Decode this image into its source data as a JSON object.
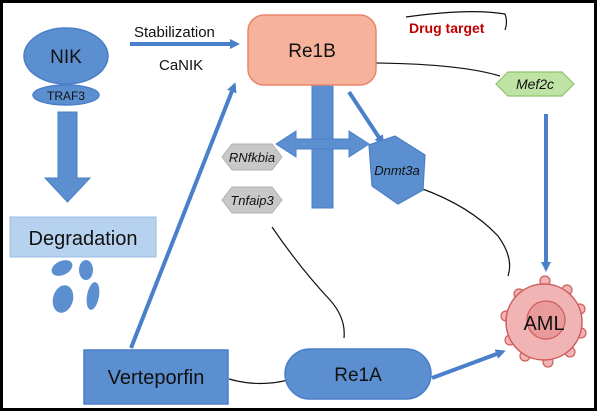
{
  "nodes": {
    "nik": "NIK",
    "traf3": "TRAF3",
    "degradation": "Degradation",
    "relb": "Re1B",
    "rnfkbia": "RNfkbia",
    "tnfaip3": "Tnfaip3",
    "dnmt3a": "Dnmt3a",
    "mef2c": "Mef2c",
    "rela": "Re1A",
    "verteporfin": "Verteporfin",
    "aml": "AML"
  },
  "labels": {
    "stabilization": "Stabilization",
    "canik": "CaNIK",
    "drug_target": "Drug target"
  },
  "colors": {
    "blue": "#5b8fd0",
    "blue_arrow": "#4a7fc9",
    "relb_fill": "#f6b29a",
    "relb_stroke": "#e8856a",
    "degradation_fill": "#b7d2ee",
    "mef2c_fill": "#bfe3a5",
    "grey_hex": "#c8c8c8",
    "aml_fill": "#f1b4b4",
    "aml_stroke": "#cf5d5d",
    "drug_target_text": "#c00000",
    "border": "#000000"
  }
}
